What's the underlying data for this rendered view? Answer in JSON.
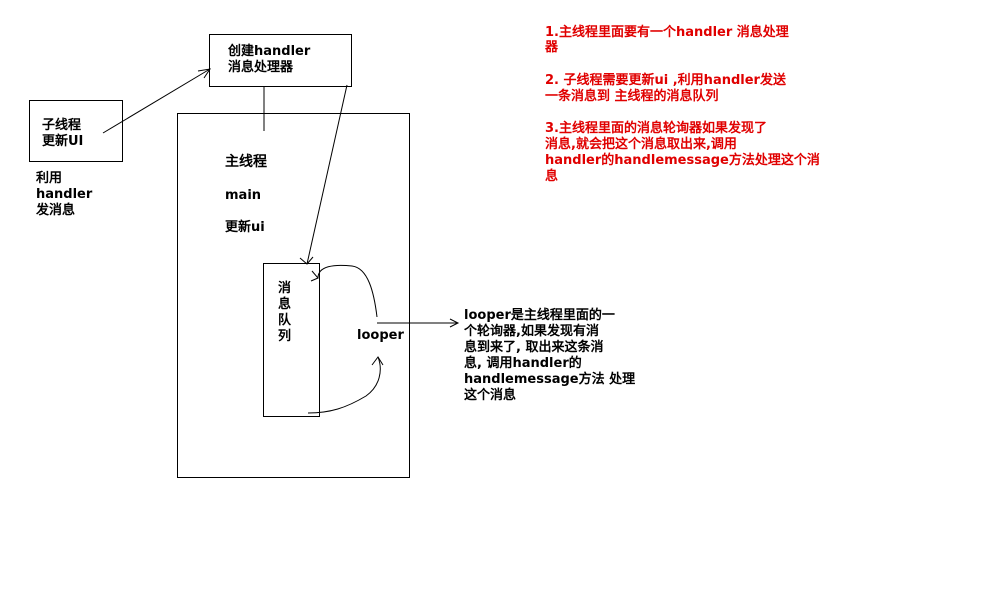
{
  "diagram": {
    "child_thread_box": [
      "子线程",
      "更新UI"
    ],
    "handler_box": [
      "创建handler",
      "消息处理器"
    ],
    "child_caption": [
      "利用",
      "handler",
      "发消息"
    ],
    "main_thread": {
      "title": "主线程",
      "main_label": "main",
      "update_label": "更新ui"
    },
    "queue_label": [
      "消",
      "息",
      "队",
      "列"
    ],
    "looper_label": "looper",
    "looper_note": [
      "looper是主线程里面的一",
      "个轮询器,如果发现有消",
      "息到来了, 取出来这条消",
      "息, 调用handler的",
      "handlemessage方法 处理",
      "这个消息"
    ]
  },
  "notes": {
    "color": "#e00000",
    "items": [
      [
        "1.主线程里面要有一个handler 消息处理",
        "器"
      ],
      [
        "2. 子线程需要更新ui ,利用handler发送",
        "一条消息到 主线程的消息队列"
      ],
      [
        "3.主线程里面的消息轮询器如果发现了",
        "消息,就会把这个消息取出来,调用",
        "handler的handlemessage方法处理这个消",
        "息"
      ]
    ]
  }
}
